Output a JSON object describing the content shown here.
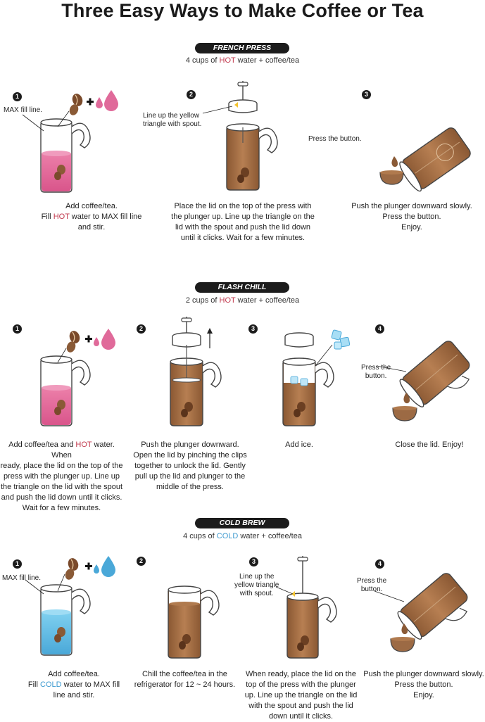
{
  "title": "Three Easy Ways to Make Coffee or Tea",
  "sections": {
    "french_press": {
      "label": "FRENCH PRESS",
      "sub_pre": "4 cups of ",
      "sub_highlight": "HOT",
      "sub_post": " water + coffee/tea",
      "steps": [
        {
          "num": "1",
          "note": "MAX fill line.",
          "cap_l1": "Add coffee/tea.",
          "cap_pre": "Fill ",
          "cap_hl": "HOT",
          "cap_post": " water to MAX fill line",
          "cap_l3": "and stir."
        },
        {
          "num": "2",
          "note_l1": "Line up the yellow",
          "note_l2": "triangle with spout.",
          "cap_l1": "Place the lid on the top of the press with",
          "cap_l2": "the plunger up. Line up the triangle on the",
          "cap_l3": "lid with the spout and push the lid down",
          "cap_l4": "until it clicks. Wait for a few minutes."
        },
        {
          "num": "3",
          "note": "Press the button.",
          "cap_l1": "Push the plunger downward slowly.",
          "cap_l2": "Press the button.",
          "cap_l3": "Enjoy."
        }
      ]
    },
    "flash_chill": {
      "label": "FLASH CHILL",
      "sub_pre": "2 cups of ",
      "sub_highlight": "HOT",
      "sub_post": " water + coffee/tea",
      "steps": [
        {
          "num": "1",
          "cap_pre": "Add coffee/tea and ",
          "cap_hl": "HOT",
          "cap_post": " water. When",
          "cap_l2": "ready, place the lid on the top of the",
          "cap_l3": "press with the plunger up. Line up",
          "cap_l4": "the triangle on the lid with the spout",
          "cap_l5": "and push the lid down until it clicks.",
          "cap_l6": "Wait for a few minutes."
        },
        {
          "num": "2",
          "cap_l1": "Push the plunger downward.",
          "cap_l2": "Open the lid by pinching the clips",
          "cap_l3": "together to unlock the lid. Gently",
          "cap_l4": "pull up the lid and plunger to the",
          "cap_l5": "middle of the press."
        },
        {
          "num": "3",
          "cap_l1": "Add ice."
        },
        {
          "num": "4",
          "note_l1": "Press the",
          "note_l2": "button.",
          "cap_l1": "Close the lid. Enjoy!"
        }
      ]
    },
    "cold_brew": {
      "label": "COLD BREW",
      "sub_pre": "4 cups of ",
      "sub_highlight": "COLD",
      "sub_post": " water + coffee/tea",
      "steps": [
        {
          "num": "1",
          "note": "MAX fill line.",
          "cap_l1": "Add coffee/tea.",
          "cap_pre": "Fill ",
          "cap_hl": "COLD",
          "cap_post": " water to MAX fill",
          "cap_l3": "line and stir."
        },
        {
          "num": "2",
          "cap_l1": "Chill the coffee/tea in the",
          "cap_l2": "refrigerator for 12 ~ 24 hours."
        },
        {
          "num": "3",
          "note_l1": "Line up the",
          "note_l2": "yellow triangle",
          "note_l3": "with spout.",
          "cap_l1": "When ready, place the lid on the",
          "cap_l2": "top of the press with the plunger",
          "cap_l3": "up. Line up the triangle on the lid",
          "cap_l4": "with the spout and push the lid",
          "cap_l5": "down until it clicks."
        },
        {
          "num": "4",
          "note_l1": "Press the",
          "note_l2": "button.",
          "cap_l1": "Push the plunger downward slowly.",
          "cap_l2": "Press the button.",
          "cap_l3": "Enjoy."
        }
      ]
    }
  },
  "colors": {
    "hot": "#c23a4e",
    "cold": "#3d9ad0",
    "coffee": "#9c6a44",
    "pink_water": "#e06a9a",
    "blue_water": "#6cc0e6",
    "dark": "#1c1c1c"
  },
  "icons": [
    "coffee-bean-icon",
    "plus-icon",
    "water-drop-icon",
    "ice-cubes-icon",
    "up-arrow-icon"
  ]
}
